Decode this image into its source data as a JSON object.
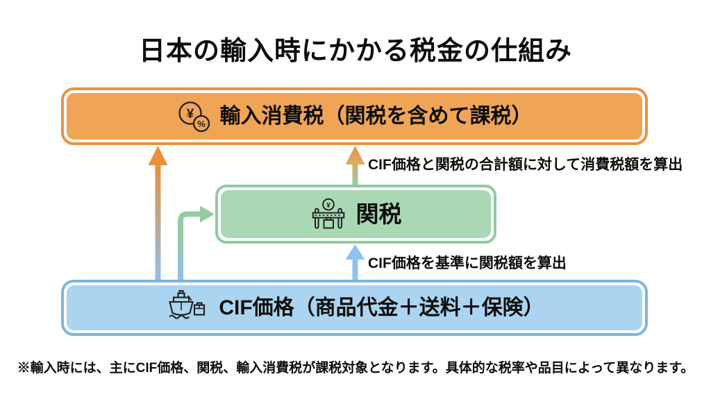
{
  "title": "日本の輸入時にかかる税金の仕組み",
  "diagram": {
    "boxes": [
      {
        "id": "import-consumption-tax",
        "label": "輸入消費税（関税を含めて課税）",
        "icon": "yen-percent-icon",
        "border_color": "#E8923E",
        "fill_color": "#F0A455"
      },
      {
        "id": "customs-duty",
        "label": "関税",
        "icon": "customs-gate-icon",
        "border_color": "#90CBA1",
        "fill_color": "#A9D8B5"
      },
      {
        "id": "cif-price",
        "label": "CIF価格（商品代金＋送料＋保険）",
        "icon": "cargo-ship-icon",
        "border_color": "#7FB5E0",
        "fill_color": "#ABD4F0"
      }
    ],
    "arrows": [
      {
        "id": "cif-to-consumption-tax",
        "from": "cif-price",
        "to": "import-consumption-tax",
        "gradient": [
          "#E8913D",
          "#8FC1EC"
        ]
      },
      {
        "id": "cif-to-customs-elbow",
        "from": "cif-price",
        "to": "customs-duty",
        "gradient": [
          "#93CCA4",
          "#8FC1EC"
        ]
      },
      {
        "id": "customs-to-consumption-tax",
        "from": "customs-duty",
        "to": "import-consumption-tax",
        "gradient": [
          "#E8913D",
          "#93CCA4"
        ]
      },
      {
        "id": "cif-to-customs-direct",
        "from": "cif-price",
        "to": "customs-duty",
        "gradient": [
          "#8EC2EE"
        ]
      }
    ],
    "annotations": [
      {
        "id": "consumption-tax-calc",
        "text": "CIF価格と関税の合計額に対して消費税額を算出"
      },
      {
        "id": "customs-duty-calc",
        "text": "CIF価格を基準に関税額を算出"
      }
    ]
  },
  "icons": {
    "yen_glyph": "¥",
    "percent_glyph": "%"
  },
  "footnote": "※輸入時には、主にCIF価格、関税、輸入消費税が課税対象となります。具体的な税率や品目によって異なります。"
}
